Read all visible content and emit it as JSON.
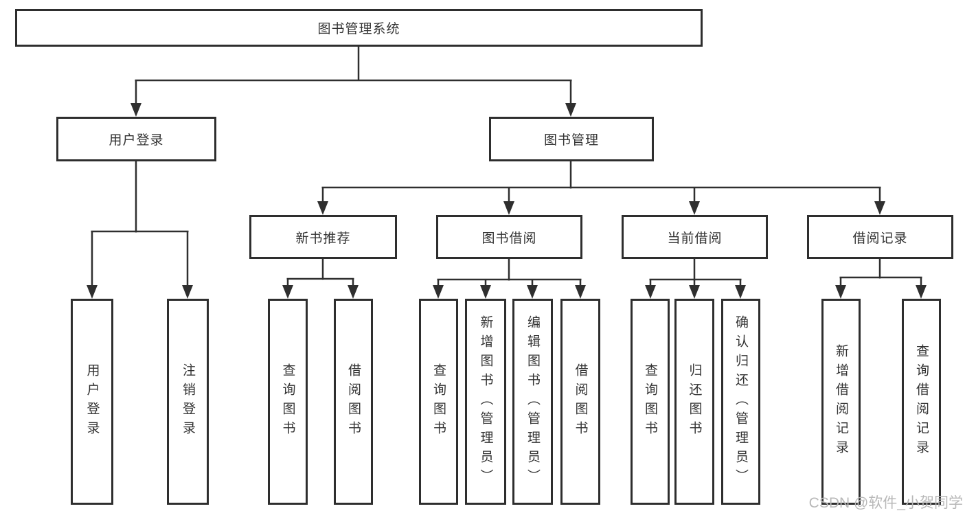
{
  "diagram": {
    "root": "图书管理系统",
    "level2": [
      "用户登录",
      "图书管理"
    ],
    "level3": [
      "新书推荐",
      "图书借阅",
      "当前借阅",
      "借阅记录"
    ],
    "leaves": {
      "user_login": [
        "用户登录",
        "注销登录"
      ],
      "new_book_recommend": [
        "查询图书",
        "借阅图书"
      ],
      "book_borrowing": [
        "查询图书",
        "新增图书（管理员）",
        "编辑图书（管理员）",
        "借阅图书"
      ],
      "current_borrowing": [
        "查询图书",
        "归还图书",
        "确认归还（管理员）"
      ],
      "borrowing_records": [
        "新增借阅记录",
        "查询借阅记录"
      ]
    }
  },
  "watermark": {
    "text": "CSDN @软件_小贺同学",
    "color": "#b8b8b8"
  },
  "colors": {
    "line": "#2f2f2f",
    "box_border": "#2e2e2e",
    "box_fill": "#ffffff",
    "text": "#333333",
    "background": "#ffffff"
  }
}
